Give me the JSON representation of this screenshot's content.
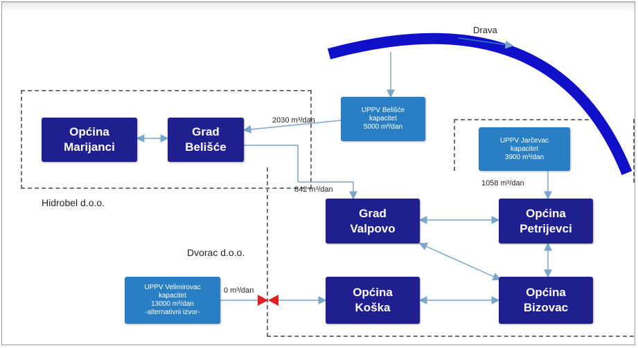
{
  "river": {
    "label": "Drava"
  },
  "companies": {
    "hidrobel": "Hidrobel d.o.o.",
    "dvorac": "Dvorac d.o.o."
  },
  "nodes": {
    "marijanci": "Općina\nMarijanci",
    "belisce": "Grad\nBelišće",
    "valpovo": "Grad\nValpovo",
    "petrijevci": "Općina\nPetrijevci",
    "koska": "Općina\nKoška",
    "bizovac": "Općina\nBizovac"
  },
  "plants": {
    "belisce": "UPPV Belišće\nkapacitet\n5000 m³/dan",
    "jarcevac": "UPPV Jarčevac\nkapacitet\n3900 m³/dan",
    "velimirovac": "UPPV Velimirovac\nkapacitet\n13000 m³/dan\n-alternativni izvor-"
  },
  "flows": {
    "belisce_out": "2030 m³/dan",
    "to_valpovo": "842 m³/dan",
    "jarcevac_out": "1058 m³/dan",
    "velimirovac_out": "0 m³/dan"
  },
  "colors": {
    "node": "#1f1f8f",
    "plant": "#2a7fc4",
    "river": "#1010c8",
    "connector": "#7aa6cc",
    "valve": "#e02020"
  }
}
